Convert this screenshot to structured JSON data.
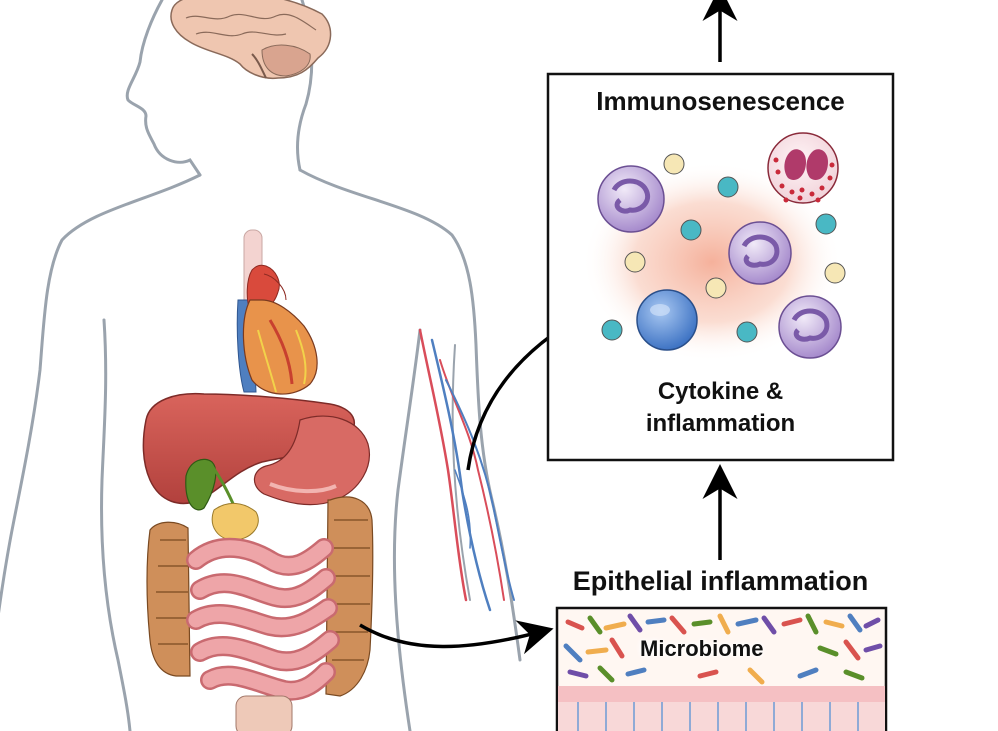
{
  "immunosenescence_box": {
    "title": "Immunosenescence",
    "caption_line1": "Cytokine &",
    "caption_line2": "inflammation"
  },
  "epithelial_panel": {
    "title": "Epithelial inflammation",
    "microbiome_label": "Microbiome"
  },
  "colors": {
    "outline": "#9aa3ad",
    "liver": "#c7504a",
    "heart": "#d94a3c",
    "intestine": "#e9a0a3",
    "colon": "#cf8f5a",
    "gallbladder": "#5a8f2a",
    "vein": "#4f7fc0",
    "artery": "#d94d5a",
    "cytokine_teal": "#49b8c4",
    "cytokine_cream": "#f6e7b5",
    "lymphocyte": "#5d8fd6",
    "neutrophil": "#b49ad8",
    "inflammation_glow": "#f6b6a0",
    "mucosa": "#f5c0c3"
  }
}
